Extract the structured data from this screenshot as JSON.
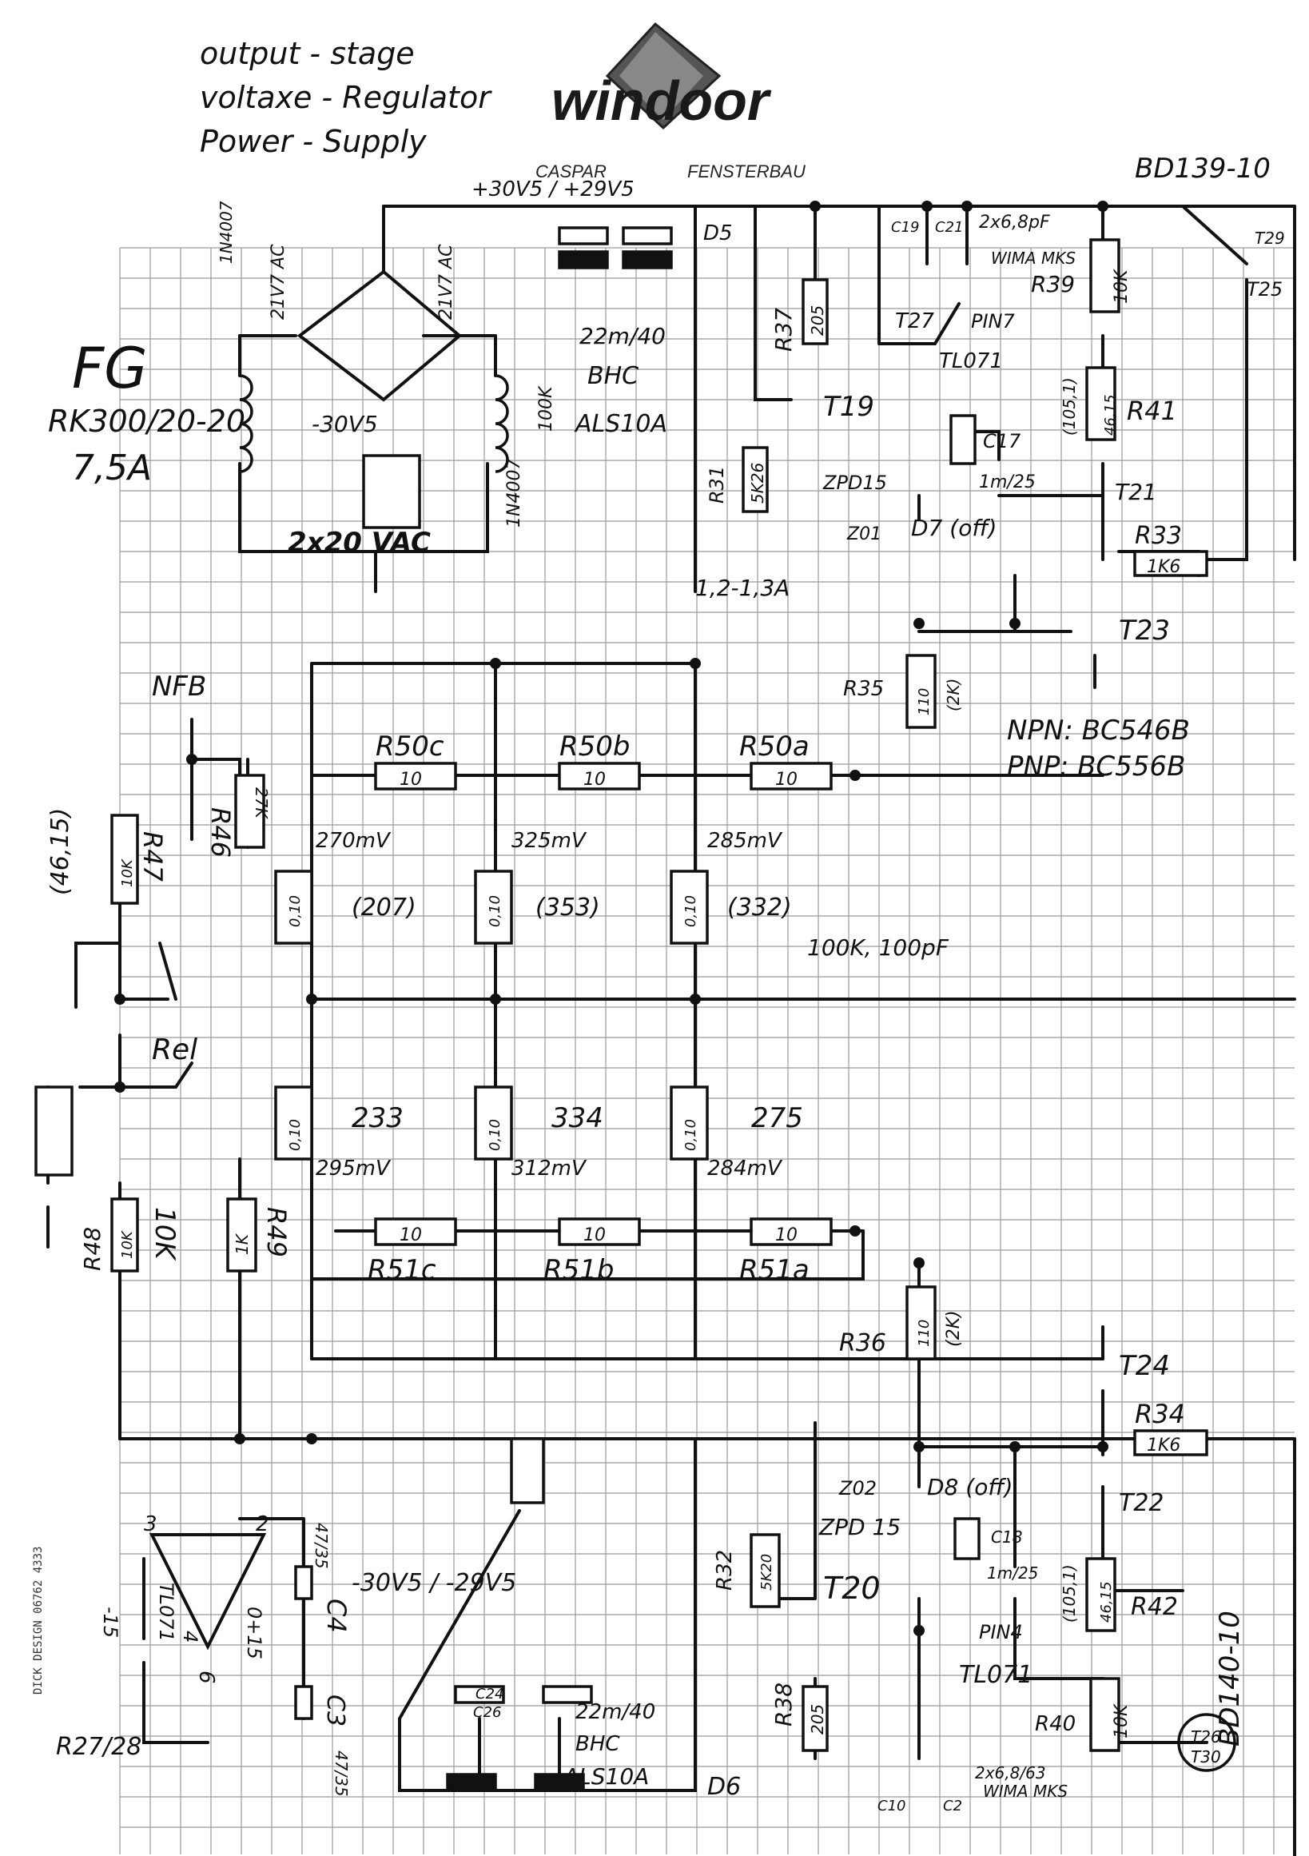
{
  "header_notes": [
    "output - stage",
    "voltaxe - Regulator",
    "Power - Supply"
  ],
  "brand": {
    "logo": "windoor",
    "left": "CASPAR",
    "right": "FENSTERBAU"
  },
  "top_right_label": "BD139-10",
  "supply": {
    "rails_top": "+30V5 / +29V5",
    "rail_neg": "-30V5",
    "rails_bottom": "-30V5 / -29V5",
    "transformer_ac": "2x20 VAC",
    "fuse_ref": "FG",
    "bridge": "RK300/20-20",
    "bridge_current": "7,5A",
    "ac_left": "21V7 AC",
    "ac_right": "21V7 AC",
    "diode_left": "1N4007",
    "diode_right": "1N4007",
    "res_100k": "100K",
    "current": "1,2-1,3A",
    "cap_top": "22m/40",
    "cap_top_type": "BHC",
    "cap_top_part": "ALS10A",
    "cap_bottom": "22m/40",
    "cap_bottom_type": "BHC",
    "cap_bottom_part": "ALS10A"
  },
  "regulator_top": {
    "D5": "D5",
    "R37": "R37",
    "R37_val": "205",
    "T19": "T19",
    "R31": "R31",
    "R31_val": "5K26",
    "ZPD": "ZPD15",
    "Z01": "Z01",
    "T27": "T27",
    "pin": "PIN7",
    "opamp": "TL071",
    "C19": "C19",
    "C21": "C21",
    "cap_val": "2x6,8pF",
    "cap_type": "WIMA MKS",
    "R39": "R39",
    "R39_val": "10K",
    "T25": "T25",
    "T29": "T29",
    "C17": "C17",
    "C17_val": "1m/25",
    "T21": "T21",
    "R41": "R41",
    "R41_val": "46,15",
    "R41_alt": "(105,1)",
    "D7": "D7 (off)",
    "R33": "R33",
    "R33_val": "1K6",
    "T23": "T23",
    "R35": "R35",
    "R35_val": "110",
    "R35_alt": "(2K)"
  },
  "transistor_types": [
    "NPN: BC546B",
    "PNP: BC556B"
  ],
  "nfb": "NFB",
  "output_stage": {
    "R50": [
      "R50c",
      "R50b",
      "R50a"
    ],
    "R50_val": "10",
    "mv_top": [
      "270mV",
      "325mV",
      "285mV"
    ],
    "emitter_res": "0,10",
    "counts_top": [
      "(207)",
      "(353)",
      "(332)"
    ],
    "note": "100K, 100pF",
    "counts_bottom": [
      "233",
      "334",
      "275"
    ],
    "mv_bottom": [
      "295mV",
      "312mV",
      "284mV"
    ],
    "R51": [
      "R51c",
      "R51b",
      "R51a"
    ],
    "R51_val": "10"
  },
  "feedback": {
    "R46": "R46",
    "R46_val": "27K",
    "R47": "R47",
    "R47_val": "10K",
    "R47_alt": "(46,15)",
    "relay": "Rel",
    "R48": "R48",
    "R48_val": "10K",
    "R49": "R49",
    "R49_val": "1K"
  },
  "opamp_bottom": {
    "name": "TL071",
    "pin3": "3",
    "pin2": "2",
    "pin6": "6",
    "pin4": "4",
    "minus": "-15",
    "plus": "0+15",
    "C4": "C4",
    "C3": "C3",
    "cap_val": "47/35",
    "cap_val2": "47/35",
    "R27": "R27/28"
  },
  "regulator_bottom": {
    "R36": "R36",
    "R36_val": "110",
    "R36_alt": "(2K)",
    "T24": "T24",
    "R34": "R34",
    "R34_val": "1K6",
    "Z02": "Z02",
    "D8": "D8 (off)",
    "T22": "T22",
    "R32": "R32",
    "R32_val": "5K20",
    "ZPD": "ZPD 15",
    "T20": "T20",
    "C18": "C18",
    "C18_val": "1m/25",
    "R42": "R42",
    "R42_val": "46,15",
    "R42_alt": "(105,1)",
    "pin": "PIN4",
    "opamp": "TL071",
    "R40": "R40",
    "R40_val": "10K",
    "R38": "R38",
    "R38_val": "205",
    "D6": "D6",
    "C10": "C10",
    "C2": "C2",
    "cap_val": "2x6,8/63",
    "cap_type": "WIMA MKS",
    "T26": "T26",
    "T30": "T30",
    "bd140": "BD140-10",
    "C24": "C24",
    "C26": "C26"
  },
  "side_print": "DICK DESIGN 06762 4333"
}
